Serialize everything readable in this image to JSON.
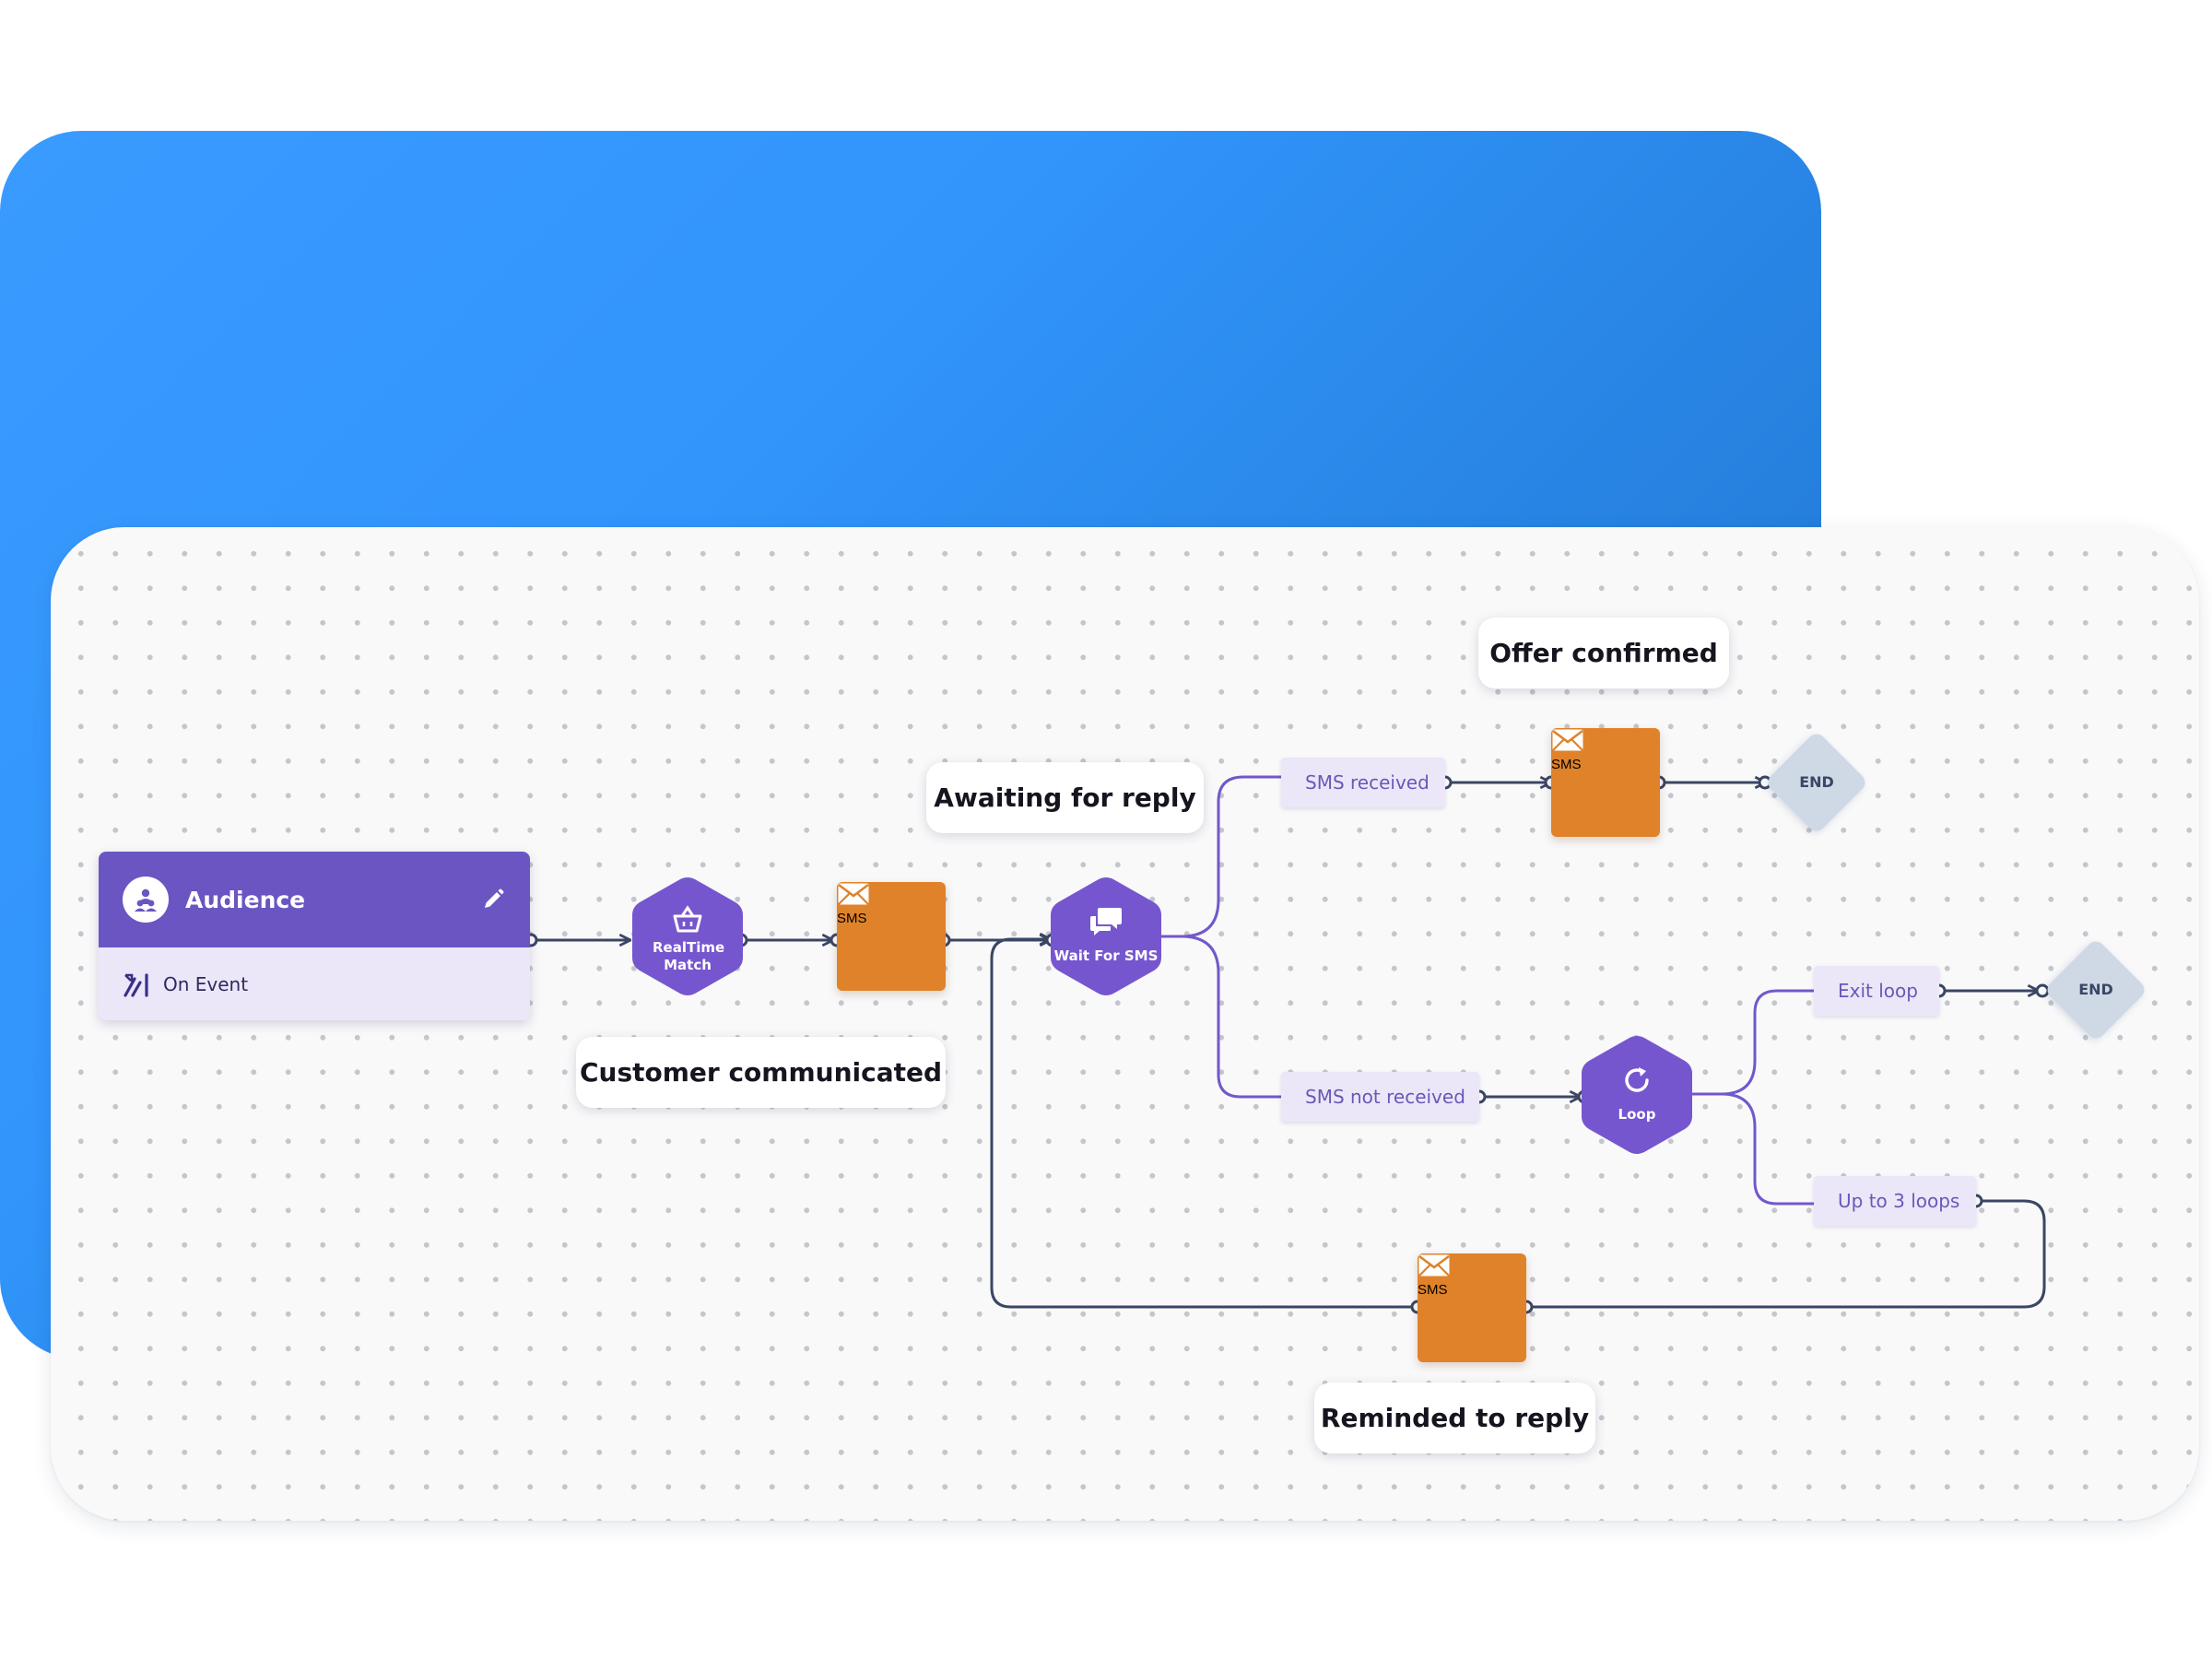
{
  "callouts": {
    "offer_confirmed": "Offer confirmed",
    "awaiting_reply": "Awaiting for reply",
    "customer_communicated": "Customer communicated",
    "reminded_to_reply": "Reminded to reply"
  },
  "audience": {
    "title": "Audience",
    "trigger": "On Event",
    "icon": "audience-icon",
    "edit_icon": "pencil-icon",
    "trigger_icon": "event-trigger-icon"
  },
  "nodes": {
    "realtime_match": "RealTime Match",
    "sms_1": "SMS",
    "wait_for_sms": "Wait For SMS",
    "sms_confirmed": "SMS",
    "loop": "Loop",
    "sms_reminder": "SMS"
  },
  "branches": {
    "sms_received": "SMS received",
    "sms_not_received": "SMS not received",
    "exit_loop": "Exit loop",
    "up_to_3_loops": "Up to 3 loops"
  },
  "ends": {
    "end_1": "END",
    "end_2": "END"
  },
  "colors": {
    "background_gradient": [
      "#3a9bff",
      "#1a6ec9"
    ],
    "canvas": "#f9f9fa",
    "audience_header": "#6b55c2",
    "audience_footer": "#ebe7f8",
    "purple_node": "#7656cf",
    "sms_node": "#df822a",
    "end_node": "#cfd9e6",
    "wire_dark": "#3a4664",
    "wire_purple": "#7258cb"
  }
}
